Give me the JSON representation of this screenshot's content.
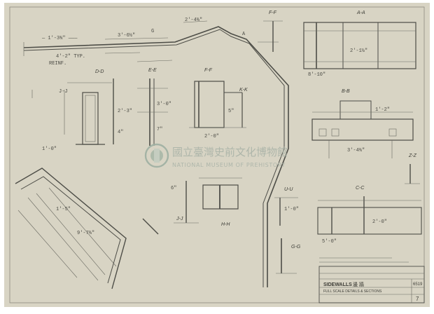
{
  "sheet": {
    "paper_color": "#d8d4c4",
    "line_color": "#4d4d47",
    "watermark_color": "#aab3a8"
  },
  "section_labels": {
    "aa": "A-A",
    "bb": "B-B",
    "dd": "D-D",
    "ee": "E-E",
    "ff": "F-F",
    "kk": "K-K",
    "uu": "U-U",
    "hh": "H-H",
    "gg": "G-G",
    "jj": "J-J",
    "cc": "C-C",
    "zz": "Z-Z"
  },
  "watermark": {
    "title_cn": "國立臺灣史前文化博物館",
    "title_en": "NATIONAL MUSEUM OF PREHISTORY",
    "logo_icon": "museum-seal-icon"
  },
  "title_block": {
    "drawing_title": "SIDEWALLS",
    "drawing_title_cn": "邊 牆",
    "subtitle": "FULL SCALE DETAILS & SECTIONS",
    "sheet_number": "6519",
    "sheet_index": "7"
  }
}
